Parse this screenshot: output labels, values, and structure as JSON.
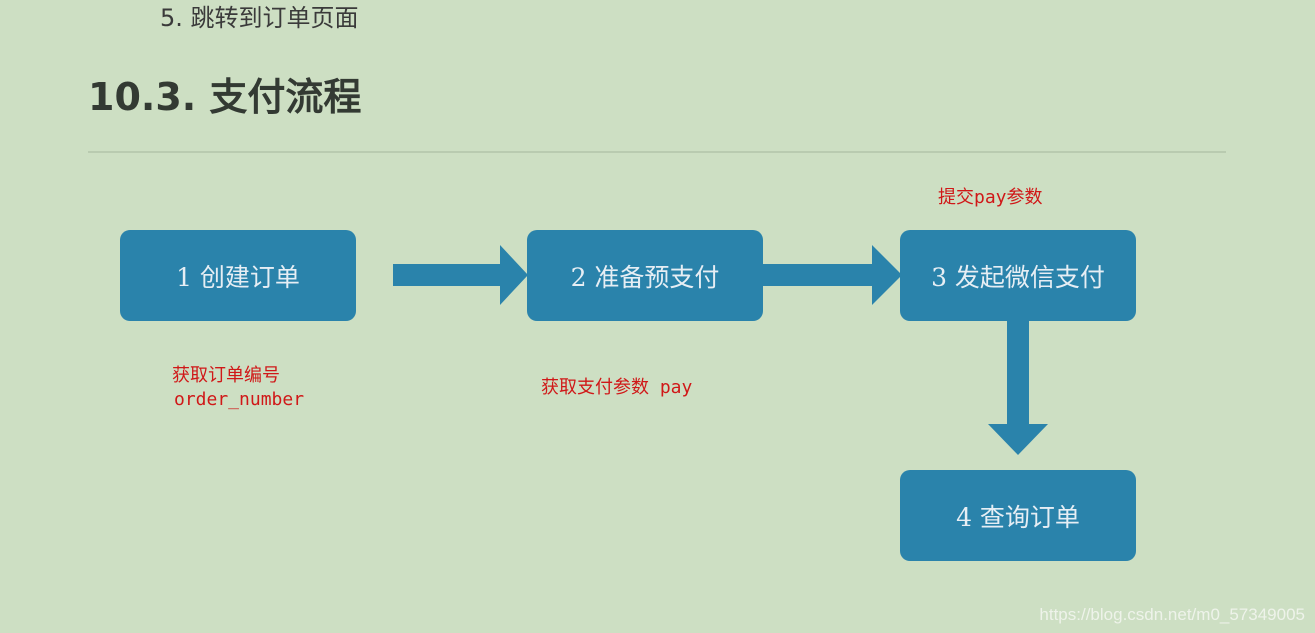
{
  "page": {
    "list_item": "5. 跳转到订单页面",
    "section_title": "10.3. 支付流程",
    "watermark": "https://blog.csdn.net/m0_57349005"
  },
  "diagram": {
    "steps": [
      {
        "label": "1  创建订单"
      },
      {
        "label": "2  准备预支付"
      },
      {
        "label": "3  发起微信支付"
      },
      {
        "label": "4  查询订单"
      }
    ],
    "notes": {
      "step1_line1": "获取订单编号",
      "step1_line2": "order_number",
      "step2": "获取支付参数 pay",
      "step3": "提交pay参数"
    },
    "colors": {
      "box": "#2a83ab",
      "arrow": "#2a83ab",
      "note_text": "#d01818",
      "background": "#cddfc3"
    }
  }
}
